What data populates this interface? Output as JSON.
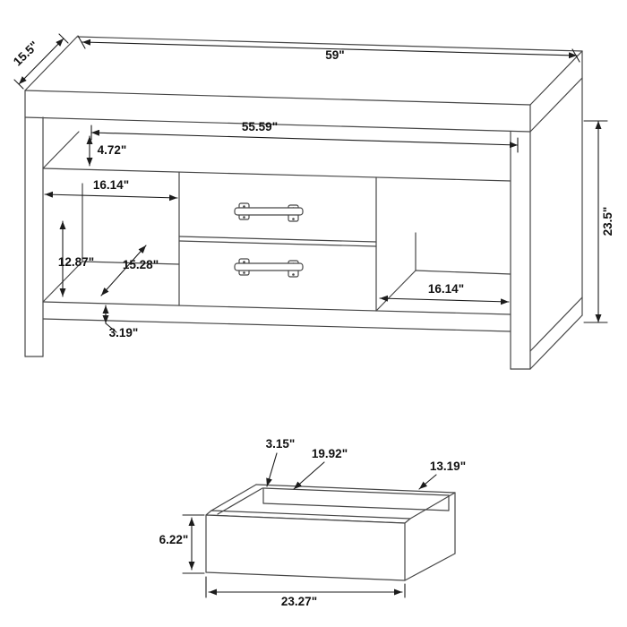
{
  "page": {
    "background": "#ffffff",
    "line_color": "#474747",
    "dim_color": "#1c1c1c"
  },
  "cabinet": {
    "overall_width": "59\"",
    "overall_depth": "15.5\"",
    "overall_height": "23.5\"",
    "interior_width": "55.59\"",
    "top_opening_height": "4.72\"",
    "left_opening_width": "16.14\"",
    "left_opening_height": "12.87\"",
    "left_opening_depth": "15.28\"",
    "base_height": "3.19\"",
    "right_opening_width": "16.14\""
  },
  "drawer": {
    "side_height": "3.15\"",
    "interior_width": "19.92\"",
    "interior_depth": "13.19\"",
    "front_height": "6.22\"",
    "front_width": "23.27\""
  }
}
